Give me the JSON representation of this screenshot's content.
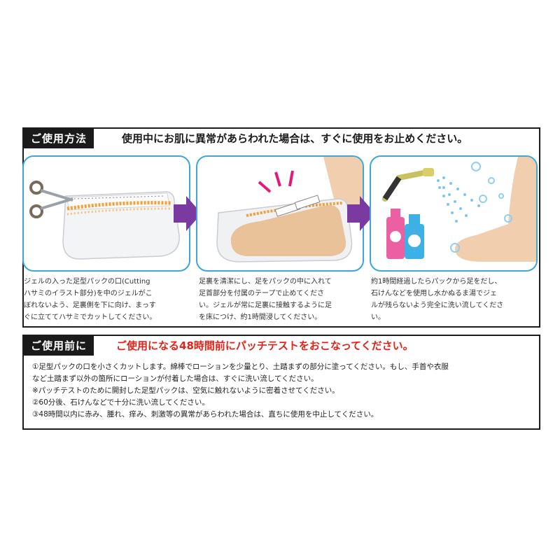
{
  "usage": {
    "label": "ご使用方法",
    "warning": "使用中にお肌に異常があらわれた場合は、すぐに使用をお止めください。",
    "steps": [
      {
        "lines": [
          "ジェルの入った足型パックの口(Cutting",
          "ハサミのイラスト部分)を中のジェルがこ",
          "ぼれないよう、足裏側を下に向け、まっす",
          "ぐに立ててハサミでカットしてください。"
        ]
      },
      {
        "lines": [
          "足裏を清潔にし、足をパックの中に入れて",
          "足首部分を付属のテープで止めてくださ",
          "い。ジェルが常に足裏に接触するように足",
          "を床につけ、約1時間浸してください。"
        ]
      },
      {
        "lines": [
          "約1時間経過したらパックから足をだし、",
          "石けんなどを使用し水かぬるま湯でジェ",
          "ルが残らないよう完全に洗い流してくださ",
          "い。"
        ]
      }
    ]
  },
  "before": {
    "label": "ご使用前に",
    "warning": "ご使用になる48時間前にパッチテストをおこなってください。",
    "notes": [
      "①足型パックの口を小さくカットします。綿棒でローションを少量とり、土踏まずの部分に塗ってください。もし、手首や衣服",
      "など土踏まず以外の箇所にローションが付着した場合は、すぐに洗い流してください。",
      "※パッチテストのために開封した足型パックは、空気に触れないように密着させてください。",
      "②60分後、石けんなどで十分に洗い流してください。",
      "③48時間以内に赤み、腫れ、痒み、刺激等の異常があらわれた場合は、直ちに使用を中止してください。"
    ]
  },
  "colors": {
    "panel_border": "#3ea6de",
    "arrow": "#7b3aa0",
    "warning_red": "#e2231a",
    "label_bg": "#1a1a1a"
  },
  "icons": [
    "scissors-icon",
    "arrow-right-icon",
    "shower-icon",
    "bottle-icon"
  ]
}
